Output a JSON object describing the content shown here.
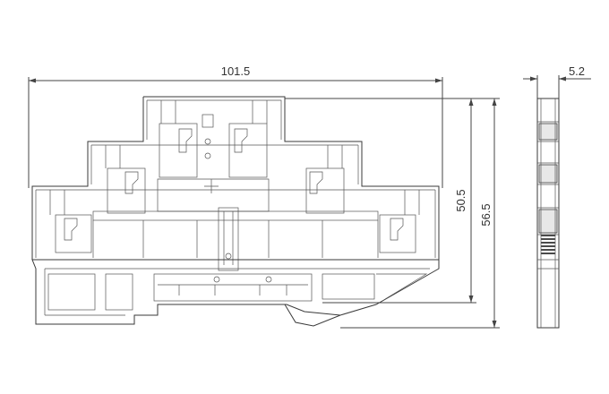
{
  "dimensions": {
    "overall_width": "101.5",
    "side_width": "5.2",
    "inner_height": "50.5",
    "overall_height": "56.5"
  }
}
